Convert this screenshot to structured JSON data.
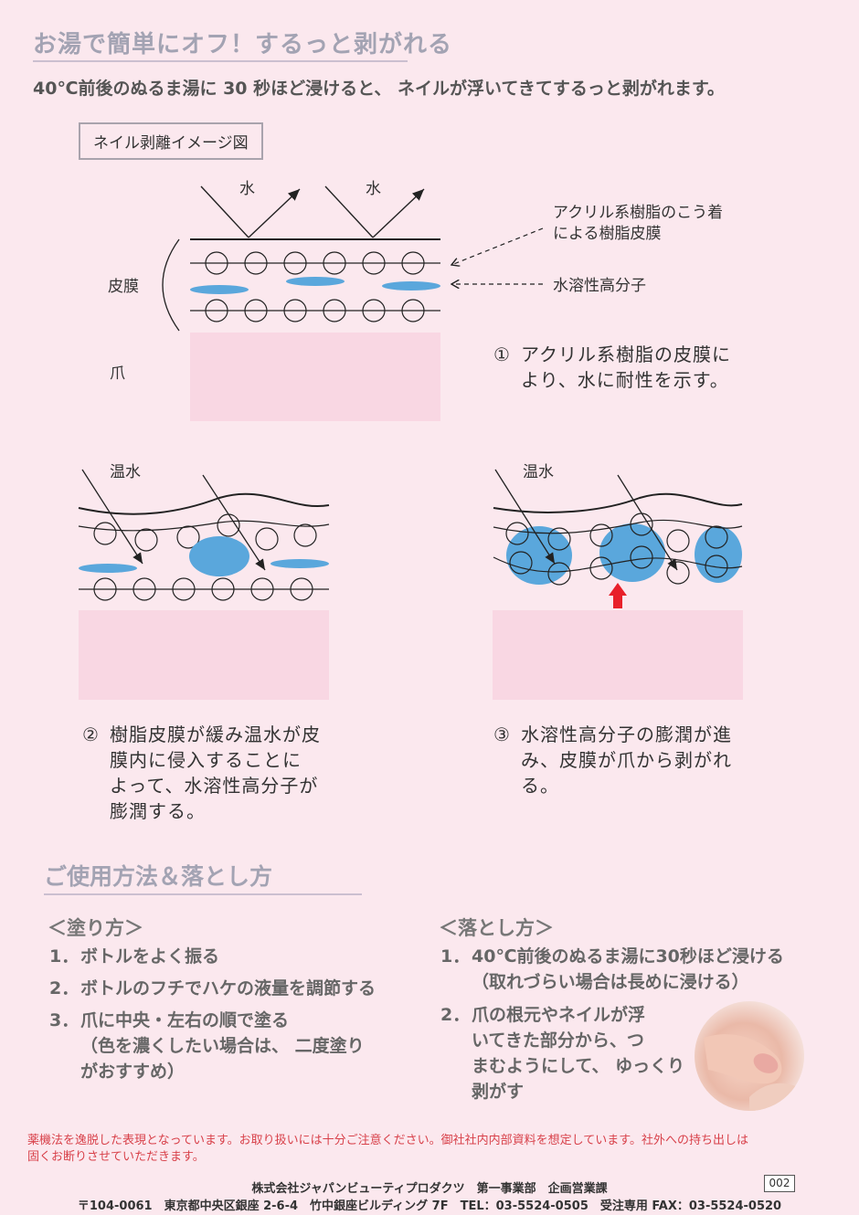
{
  "header": {
    "title": "お湯で簡単にオフ！するっと剥がれる",
    "lead": "40℃前後のぬるま湯に 30 秒ほど浸けると、 ネイルが浮いてきてするっと剥がれます。"
  },
  "diagram": {
    "box_label": "ネイル剥離イメージ図",
    "water1": "水",
    "water2": "水",
    "acrylic_label_l1": "アクリル系樹脂のこう着",
    "acrylic_label_l2": "による樹脂皮膜",
    "polymer_label": "水溶性高分子",
    "film_label": "皮膜",
    "nail_label": "爪",
    "warm_water_2": "温水",
    "warm_water_3": "温水"
  },
  "steps": [
    {
      "num": "①",
      "lines": [
        "アクリル系樹脂の皮膜に",
        "より、水に耐性を示す。"
      ]
    },
    {
      "num": "②",
      "lines": [
        "樹脂皮膜が緩み温水が皮",
        "膜内に侵入することに",
        "よって、水溶性高分子が",
        "膨潤する。"
      ]
    },
    {
      "num": "③",
      "lines": [
        "水溶性高分子の膨潤が進",
        "み、皮膜が爪から剥がれ",
        "る。"
      ]
    }
  ],
  "usage": {
    "title": "ご使用方法＆落とし方",
    "apply": {
      "heading": "＜塗り方＞",
      "items": [
        {
          "n": "1．",
          "lines": [
            "ボトルをよく振る"
          ]
        },
        {
          "n": "2．",
          "lines": [
            "ボトルのフチでハケの液量を調節する"
          ]
        },
        {
          "n": "3．",
          "lines": [
            "爪に中央・左右の順で塗る",
            "（色を濃くしたい場合は、 二度塗り",
            "がおすすめ）"
          ]
        }
      ]
    },
    "remove": {
      "heading": "＜落とし方＞",
      "items": [
        {
          "n": "1．",
          "lines": [
            "40℃前後のぬるま湯に30秒ほど浸ける",
            "（取れづらい場合は長めに浸ける）"
          ]
        },
        {
          "n": "2．",
          "lines": [
            "爪の根元やネイルが浮",
            "いてきた部分から、つ",
            "まむようにして、 ゆっくり",
            "剥がす"
          ]
        }
      ]
    }
  },
  "footer": {
    "warning_l1": "薬機法を逸脱した表現となっています。お取り扱いには十分ご注意ください。御社社内内部資料を想定しています。社外への持ち出しは",
    "warning_l2": "固くお断りさせていただきます。",
    "company": "株式会社ジャパンビューティプロダクツ　第一事業部　企画営業課",
    "address": "〒104-0061　東京都中央区銀座 2-6-4　竹中銀座ビルディング 7F　TEL：03-5524-0505　受注専用 FAX：03-5524-0520",
    "page_no": "002"
  },
  "colors": {
    "background": "#fbe8ee",
    "nail": "#f9d7e3",
    "polymer": "#5aa7dc",
    "warning": "#d8414a",
    "arrow": "#e8202a"
  }
}
